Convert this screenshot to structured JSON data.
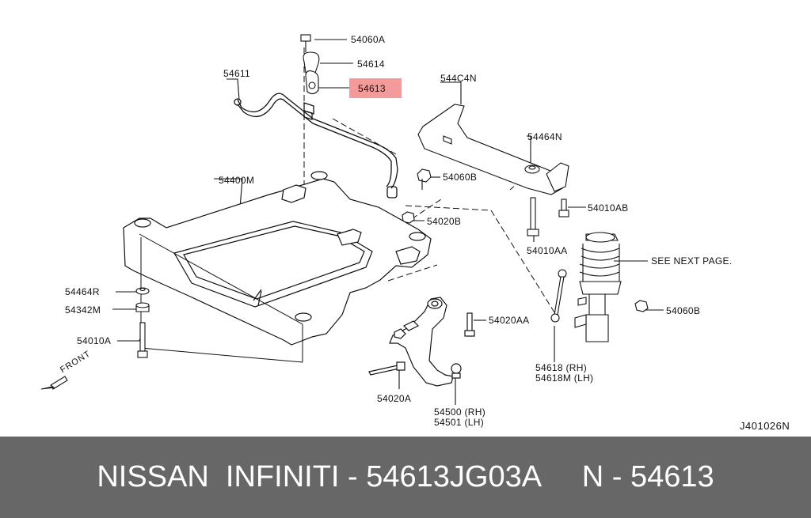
{
  "diagram": {
    "callouts": {
      "p54060A": "54060A",
      "p54614": "54614",
      "p54613": "54613",
      "p54611": "54611",
      "p544C4N": "544C4N",
      "p54464N": "54464N",
      "p54060B_top": "54060B",
      "p54400M": "54400M",
      "p54020B": "54020B",
      "p54010AB": "54010AB",
      "p54010AA": "54010AA",
      "p_see_next": "SEE NEXT PAGE.",
      "p54464R": "54464R",
      "p54342M": "54342M",
      "p54060B_right": "54060B",
      "p54020AA": "54020AA",
      "p54010A": "54010A",
      "p54618": "54618  (RH)",
      "p54618M": "54618M (LH)",
      "p54020A": "54020A",
      "p54500": "54500 (RH)",
      "p54501": "54501 (LH)"
    },
    "front_label": "FRONT",
    "drawing_id": "J401026N",
    "highlight_color": "#f39b9b"
  },
  "footer": {
    "text": "NISSAN  INFINITI - 54613JG03A     N - 54613",
    "background": "#676767"
  }
}
